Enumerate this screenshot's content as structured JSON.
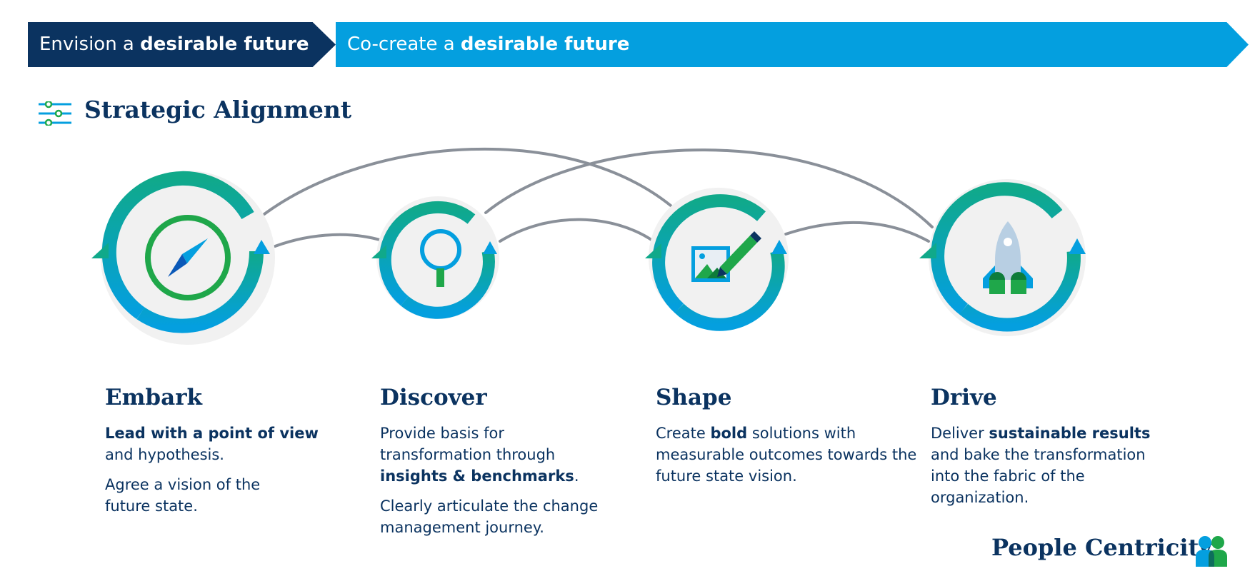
{
  "header": {
    "left_prefix": "Envision a ",
    "left_bold": "desirable future",
    "right_prefix": "Co-create a ",
    "right_bold": "desirable future"
  },
  "section": {
    "title": "Strategic Alignment",
    "icon": "sliders-icon"
  },
  "stages": [
    {
      "name": "Embark",
      "icon": "compass-icon",
      "p1": [
        {
          "text": "Lead with a point of view",
          "bold": true
        },
        {
          "text": " and hypothesis.",
          "bold": false
        }
      ],
      "p2": [
        {
          "text": "Agree a vision of the future state.",
          "bold": false
        }
      ]
    },
    {
      "name": "Discover",
      "icon": "magnifier-icon",
      "p1": [
        {
          "text": "Provide basis for transformation through ",
          "bold": false
        },
        {
          "text": "insights & benchmarks",
          "bold": true
        },
        {
          "text": ".",
          "bold": false
        }
      ],
      "p2": [
        {
          "text": "Clearly articulate the change management journey.",
          "bold": false
        }
      ]
    },
    {
      "name": "Shape",
      "icon": "image-edit-icon",
      "p1": [
        {
          "text": "Create ",
          "bold": false
        },
        {
          "text": "bold",
          "bold": true
        },
        {
          "text": " solutions with measurable outcomes towards the future state vision.",
          "bold": false
        }
      ],
      "p2": []
    },
    {
      "name": "Drive",
      "icon": "rocket-icon",
      "p1": [
        {
          "text": "Deliver ",
          "bold": false
        },
        {
          "text": "sustainable results",
          "bold": true
        },
        {
          "text": " and bake the transformation into the fabric of the organization.",
          "bold": false
        }
      ],
      "p2": []
    }
  ],
  "footer": {
    "title": "People Centricity",
    "icon": "people-icon"
  },
  "colors": {
    "navy": "#0b3360",
    "blue": "#049fdf",
    "green": "#1fa74a",
    "teal": "#10a98a",
    "grey_line": "#8a9099",
    "circle_bg": "#f1f1f1"
  }
}
